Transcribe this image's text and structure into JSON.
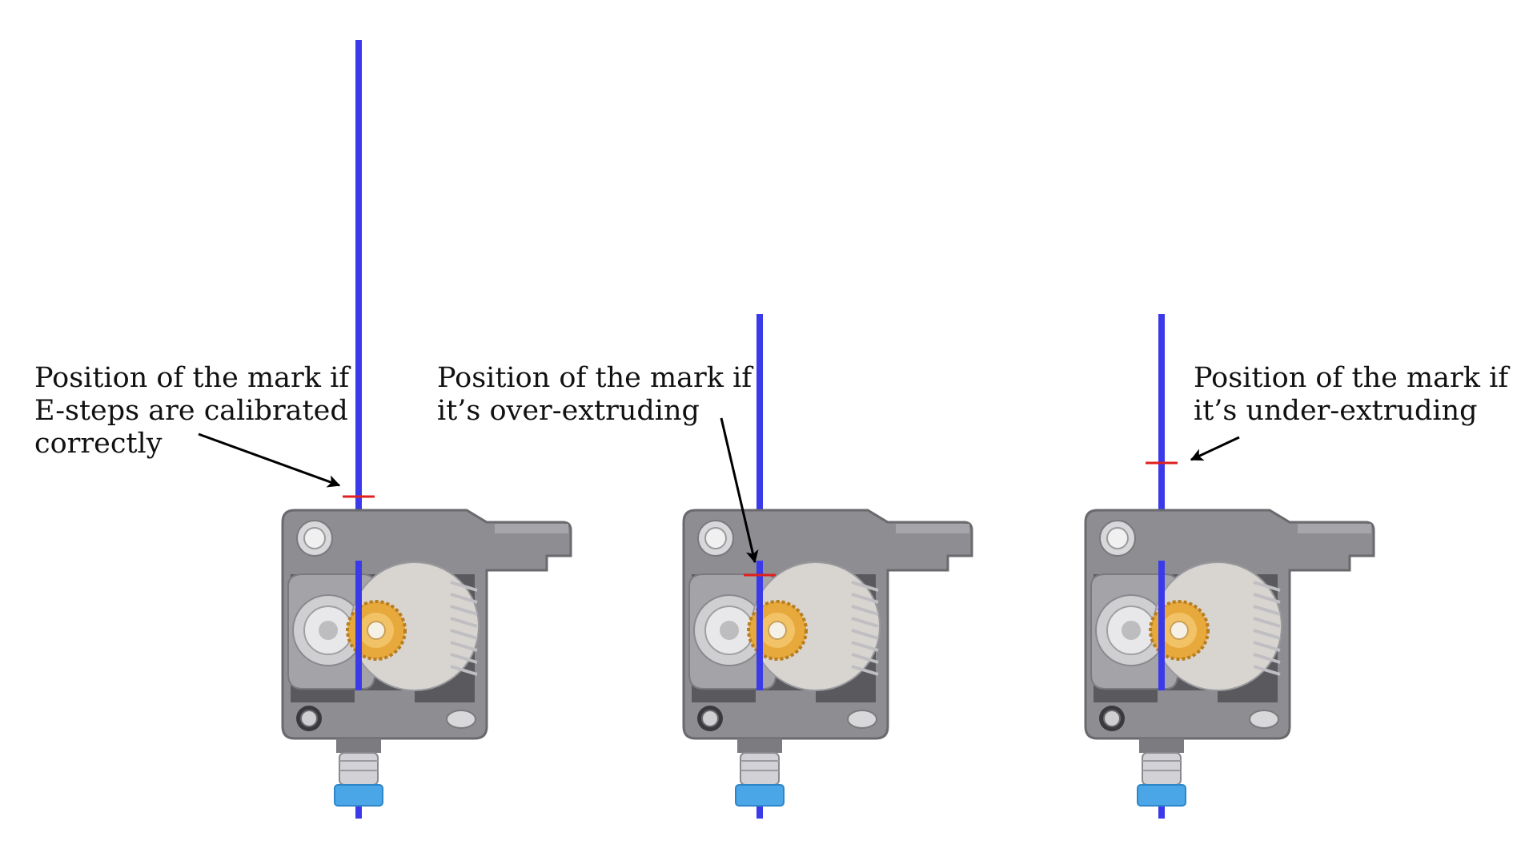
{
  "colors": {
    "filament": "#3a3aea",
    "mark": "#e02020",
    "arrow": "#000000",
    "extruder_body": "#8c8c90",
    "extruder_edge": "#6c6c70",
    "extruder_light": "#a8a8ac",
    "drive_gear": "#e2a43a",
    "idler_bearing": "#c8c8c8",
    "fitting_blue": "#4aa6e6",
    "fitting_metal": "#cfcfd2"
  },
  "panels": [
    {
      "id": "correct",
      "caption_lines": [
        "Position of the mark if",
        "E-steps are calibrated",
        "correctly"
      ],
      "mark_position": "at extruder entry"
    },
    {
      "id": "over",
      "caption_lines": [
        "Position of the mark if",
        "it’s over-extruding"
      ],
      "mark_position": "below extruder entry"
    },
    {
      "id": "under",
      "caption_lines": [
        "Position of the mark if",
        "it’s under-extruding"
      ],
      "mark_position": "above extruder entry"
    }
  ]
}
